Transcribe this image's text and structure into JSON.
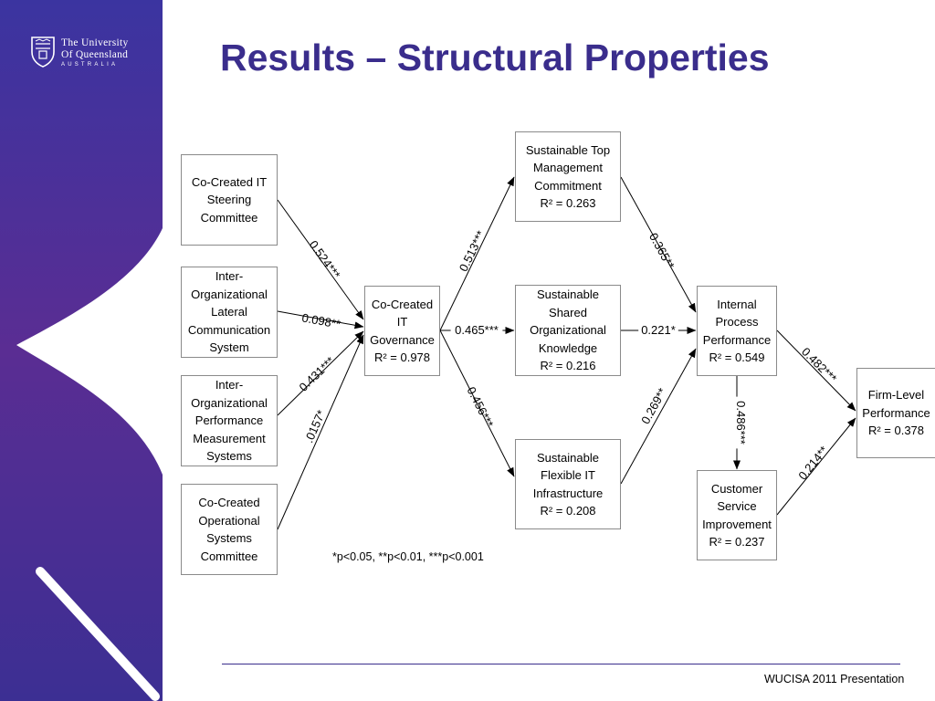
{
  "header": {
    "title": "Results – Structural Properties",
    "logo": {
      "line1": "The University",
      "line2": "Of Queensland",
      "line3": "AUSTRALIA",
      "icon": "shield-crest-icon"
    }
  },
  "colors": {
    "title": "#3a2d8c",
    "band_dark": "#3a2f8e",
    "band_mid": "#5b2e8f",
    "box_border": "#8a8a8a"
  },
  "nodes": {
    "steering": {
      "lines": [
        "Co-Created IT",
        "Steering",
        "Committee"
      ]
    },
    "lateral": {
      "lines": [
        "Inter-",
        "Organizational",
        "Lateral",
        "Communication",
        "System"
      ]
    },
    "perf_meas": {
      "lines": [
        "Inter-",
        "Organizational",
        "Performance",
        "Measurement",
        "Systems"
      ]
    },
    "ops": {
      "lines": [
        "Co-Created",
        "Operational",
        "Systems",
        "Committee"
      ]
    },
    "gov": {
      "lines": [
        "Co-Created",
        "IT",
        "Governance"
      ],
      "r2": "R² = 0.978"
    },
    "topmgmt": {
      "lines": [
        "Sustainable Top",
        "Management",
        "Commitment"
      ],
      "r2": "R² = 0.263"
    },
    "knowledge": {
      "lines": [
        "Sustainable",
        "Shared",
        "Organizational",
        "Knowledge"
      ],
      "r2": "R² = 0.216"
    },
    "infra": {
      "lines": [
        "Sustainable",
        "Flexible IT",
        "Infrastructure"
      ],
      "r2": "R² = 0.208"
    },
    "internal": {
      "lines": [
        "Internal",
        "Process",
        "Performance"
      ],
      "r2": "R² = 0.549"
    },
    "customer": {
      "lines": [
        "Customer",
        "Service",
        "Improvement"
      ],
      "r2": "R² = 0.237"
    },
    "firm": {
      "lines": [
        "Firm-Level",
        "Performance"
      ],
      "r2": "R² = 0.378"
    }
  },
  "paths": [
    {
      "name": "steering-to-gov",
      "label": "0.524***"
    },
    {
      "name": "lateral-to-gov",
      "label": "0.098**"
    },
    {
      "name": "perfmeas-to-gov",
      "label": "0.431***"
    },
    {
      "name": "ops-to-gov",
      "label": ".0157*"
    },
    {
      "name": "gov-to-topmgmt",
      "label": "0.513***"
    },
    {
      "name": "gov-to-knowledge",
      "label": "0.465***"
    },
    {
      "name": "gov-to-infra",
      "label": "0.456***"
    },
    {
      "name": "topmgmt-to-internal",
      "label": "0.365**"
    },
    {
      "name": "knowledge-to-internal",
      "label": "0.221*"
    },
    {
      "name": "infra-to-internal",
      "label": "0.269**"
    },
    {
      "name": "internal-to-customer",
      "label": "0.486***"
    },
    {
      "name": "internal-to-firm",
      "label": "0.482***"
    },
    {
      "name": "customer-to-firm",
      "label": "0.214**"
    }
  ],
  "legend": "*p<0.05, **p<0.01, ***p<0.001",
  "footer": "WUCISA 2011 Presentation"
}
